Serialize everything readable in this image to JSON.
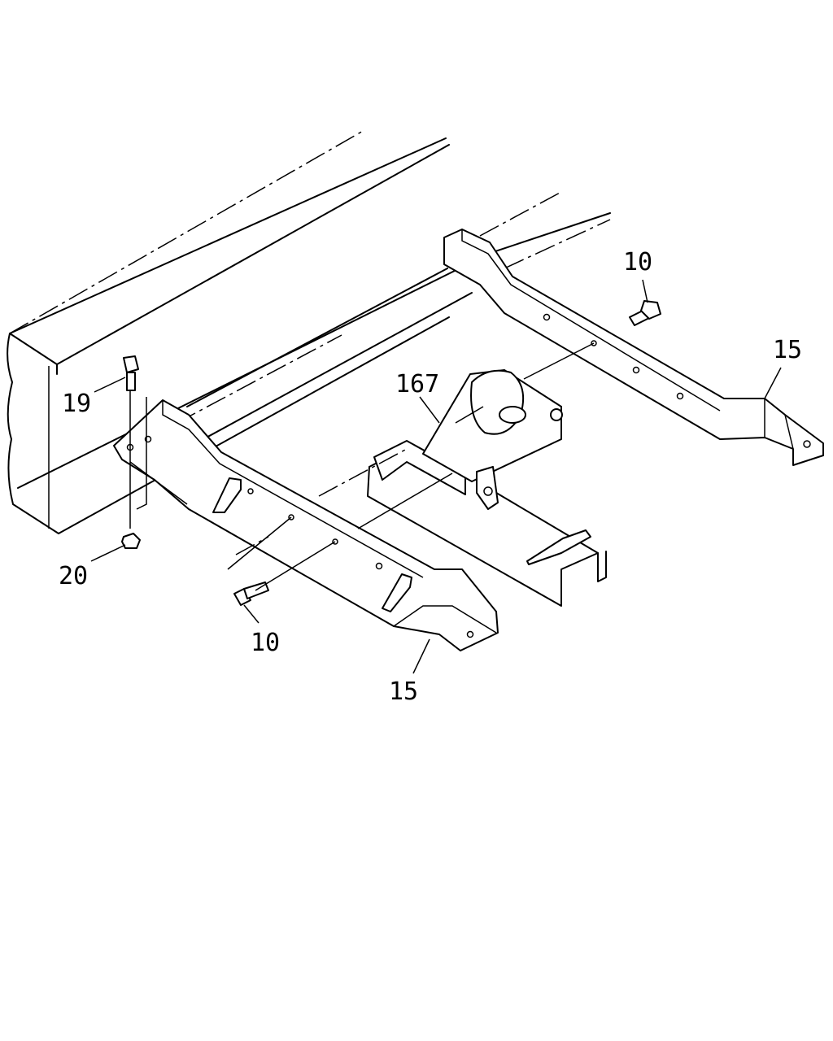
{
  "callouts": {
    "bolt_right": "10",
    "bracket_right": "15",
    "bracket_assembly": "167",
    "bolt_vertical": "19",
    "nut": "20",
    "bolt_left": "10",
    "bracket_left": "15"
  }
}
